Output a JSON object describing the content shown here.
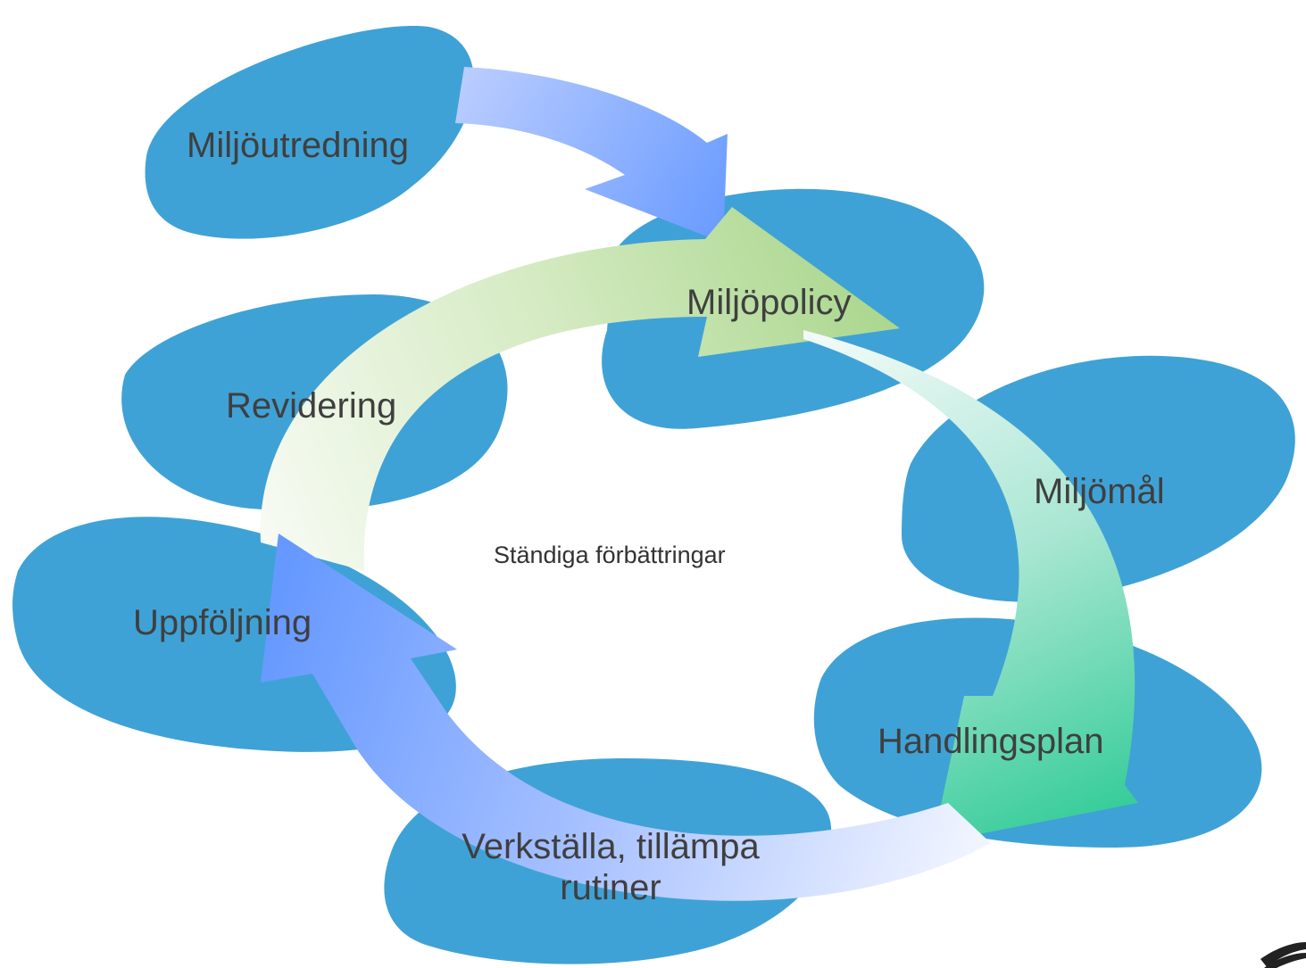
{
  "diagram": {
    "steps": [
      {
        "id": "miljoutredning",
        "label": "Miljöutredning"
      },
      {
        "id": "miljopolicy",
        "label": "Miljöpolicy"
      },
      {
        "id": "miljomal",
        "label": "Miljömål"
      },
      {
        "id": "handlingsplan",
        "label": "Handlingsplan"
      },
      {
        "id": "verkstalla",
        "label_line1": "Verkställa, tillämpa",
        "label_line2": "rutiner"
      },
      {
        "id": "uppfoljning",
        "label": "Uppföljning"
      },
      {
        "id": "revidering",
        "label": "Revidering"
      }
    ],
    "center_label": "Ständiga förbättringar",
    "colors": {
      "blob": "#3fa2d6",
      "arrow_blue": "#6699ff",
      "arrow_green": "#a8d58a",
      "arrow_teal": "#3ccf9e",
      "text": "#3f3f3f"
    }
  }
}
